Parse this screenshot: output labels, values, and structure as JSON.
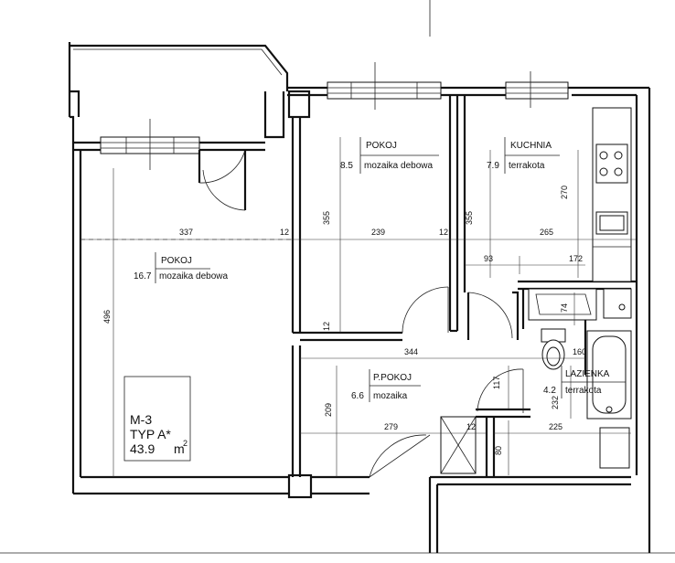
{
  "rooms": [
    {
      "id": "pokoj-large",
      "name": "POKOJ",
      "area": "16.7",
      "floor": "mozaika debowa"
    },
    {
      "id": "pokoj-small",
      "name": "POKOJ",
      "area": "8.5",
      "floor": "mozaika debowa"
    },
    {
      "id": "kuchnia",
      "name": "KUCHNIA",
      "area": "7.9",
      "floor": "terrakota"
    },
    {
      "id": "p-pokoj",
      "name": "P.POKOJ",
      "area": "6.6",
      "floor": "mozaika"
    },
    {
      "id": "lazienka",
      "name": "LAZIENKA",
      "area": "4.2",
      "floor": "terrakota"
    }
  ],
  "unit": {
    "code": "M-3",
    "type": "TYP  A*",
    "area": "43.9",
    "area_unit": "m",
    "area_exp": "2"
  },
  "dimensions": {
    "d337": "337",
    "d12a": "12",
    "d239": "239",
    "d12b": "12",
    "d265": "265",
    "d355a": "355",
    "d355b": "355",
    "d270": "270",
    "d496": "496",
    "d93": "93",
    "d172": "172",
    "d74": "74",
    "d344": "344",
    "d12c": "12",
    "d160": "160",
    "d117": "117",
    "d232": "232",
    "d209": "209",
    "d279": "279",
    "d12d": "12",
    "d225": "225",
    "d80": "80"
  }
}
